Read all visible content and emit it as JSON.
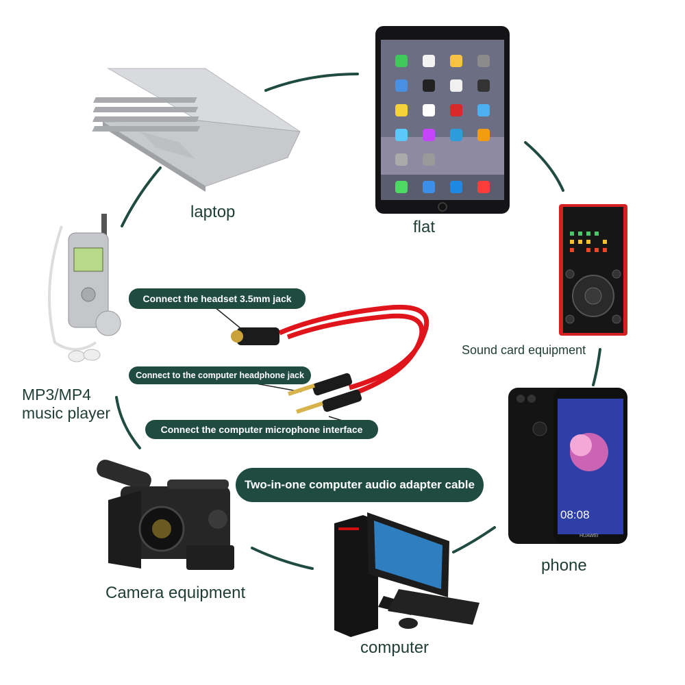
{
  "colors": {
    "accent": "#1f4b40",
    "cable_red": "#e0141b",
    "label_text": "#1f3d36"
  },
  "devices": {
    "laptop": "laptop",
    "flat": "flat",
    "sound_card": "Sound card equipment",
    "mp3_line1": "MP3/MP4",
    "mp3_line2": "music player",
    "phone": "phone",
    "camera": "Camera equipment",
    "computer": "computer"
  },
  "callouts": {
    "headset": "Connect the headset 3.5mm jack",
    "headphone": "Connect to the computer headphone jack",
    "microphone": "Connect the computer microphone interface"
  },
  "product_title": "Two-in-one computer audio adapter cable",
  "phone_screen": {
    "time": "08:08",
    "brand": "HUAWEI"
  },
  "icons": {
    "laptop": "laptop-icon",
    "tablet": "tablet-icon",
    "sound_card": "sound-card-icon",
    "mp3_player": "mp3-player-icon",
    "phone": "phone-icon",
    "camera": "camcorder-icon",
    "computer": "desktop-computer-icon",
    "cable": "audio-splitter-cable-icon"
  }
}
